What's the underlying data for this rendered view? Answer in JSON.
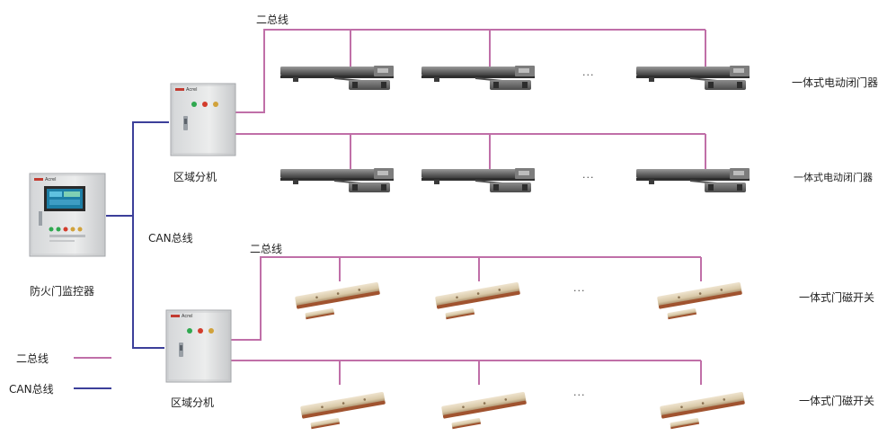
{
  "labels": {
    "monitor": "防火门监控器",
    "zone_unit": "区域分机",
    "can_bus": "CAN总线",
    "two_wire_bus": "二总线",
    "door_closer": "一体式电动闭门器",
    "magnetic_switch": "一体式门磁开关",
    "ellipsis": "..."
  },
  "legend": [
    {
      "label": "二总线",
      "color": "#c06fa8"
    },
    {
      "label": "CAN总线",
      "color": "#3c3f9a"
    }
  ],
  "brand": "Acrel",
  "colors": {
    "two_wire": "#c06fa8",
    "can": "#3c3f9a",
    "cabinet": "#e2e3e4",
    "cabinet_edge": "#9fa2a6",
    "screen": "#1d7fa6"
  }
}
